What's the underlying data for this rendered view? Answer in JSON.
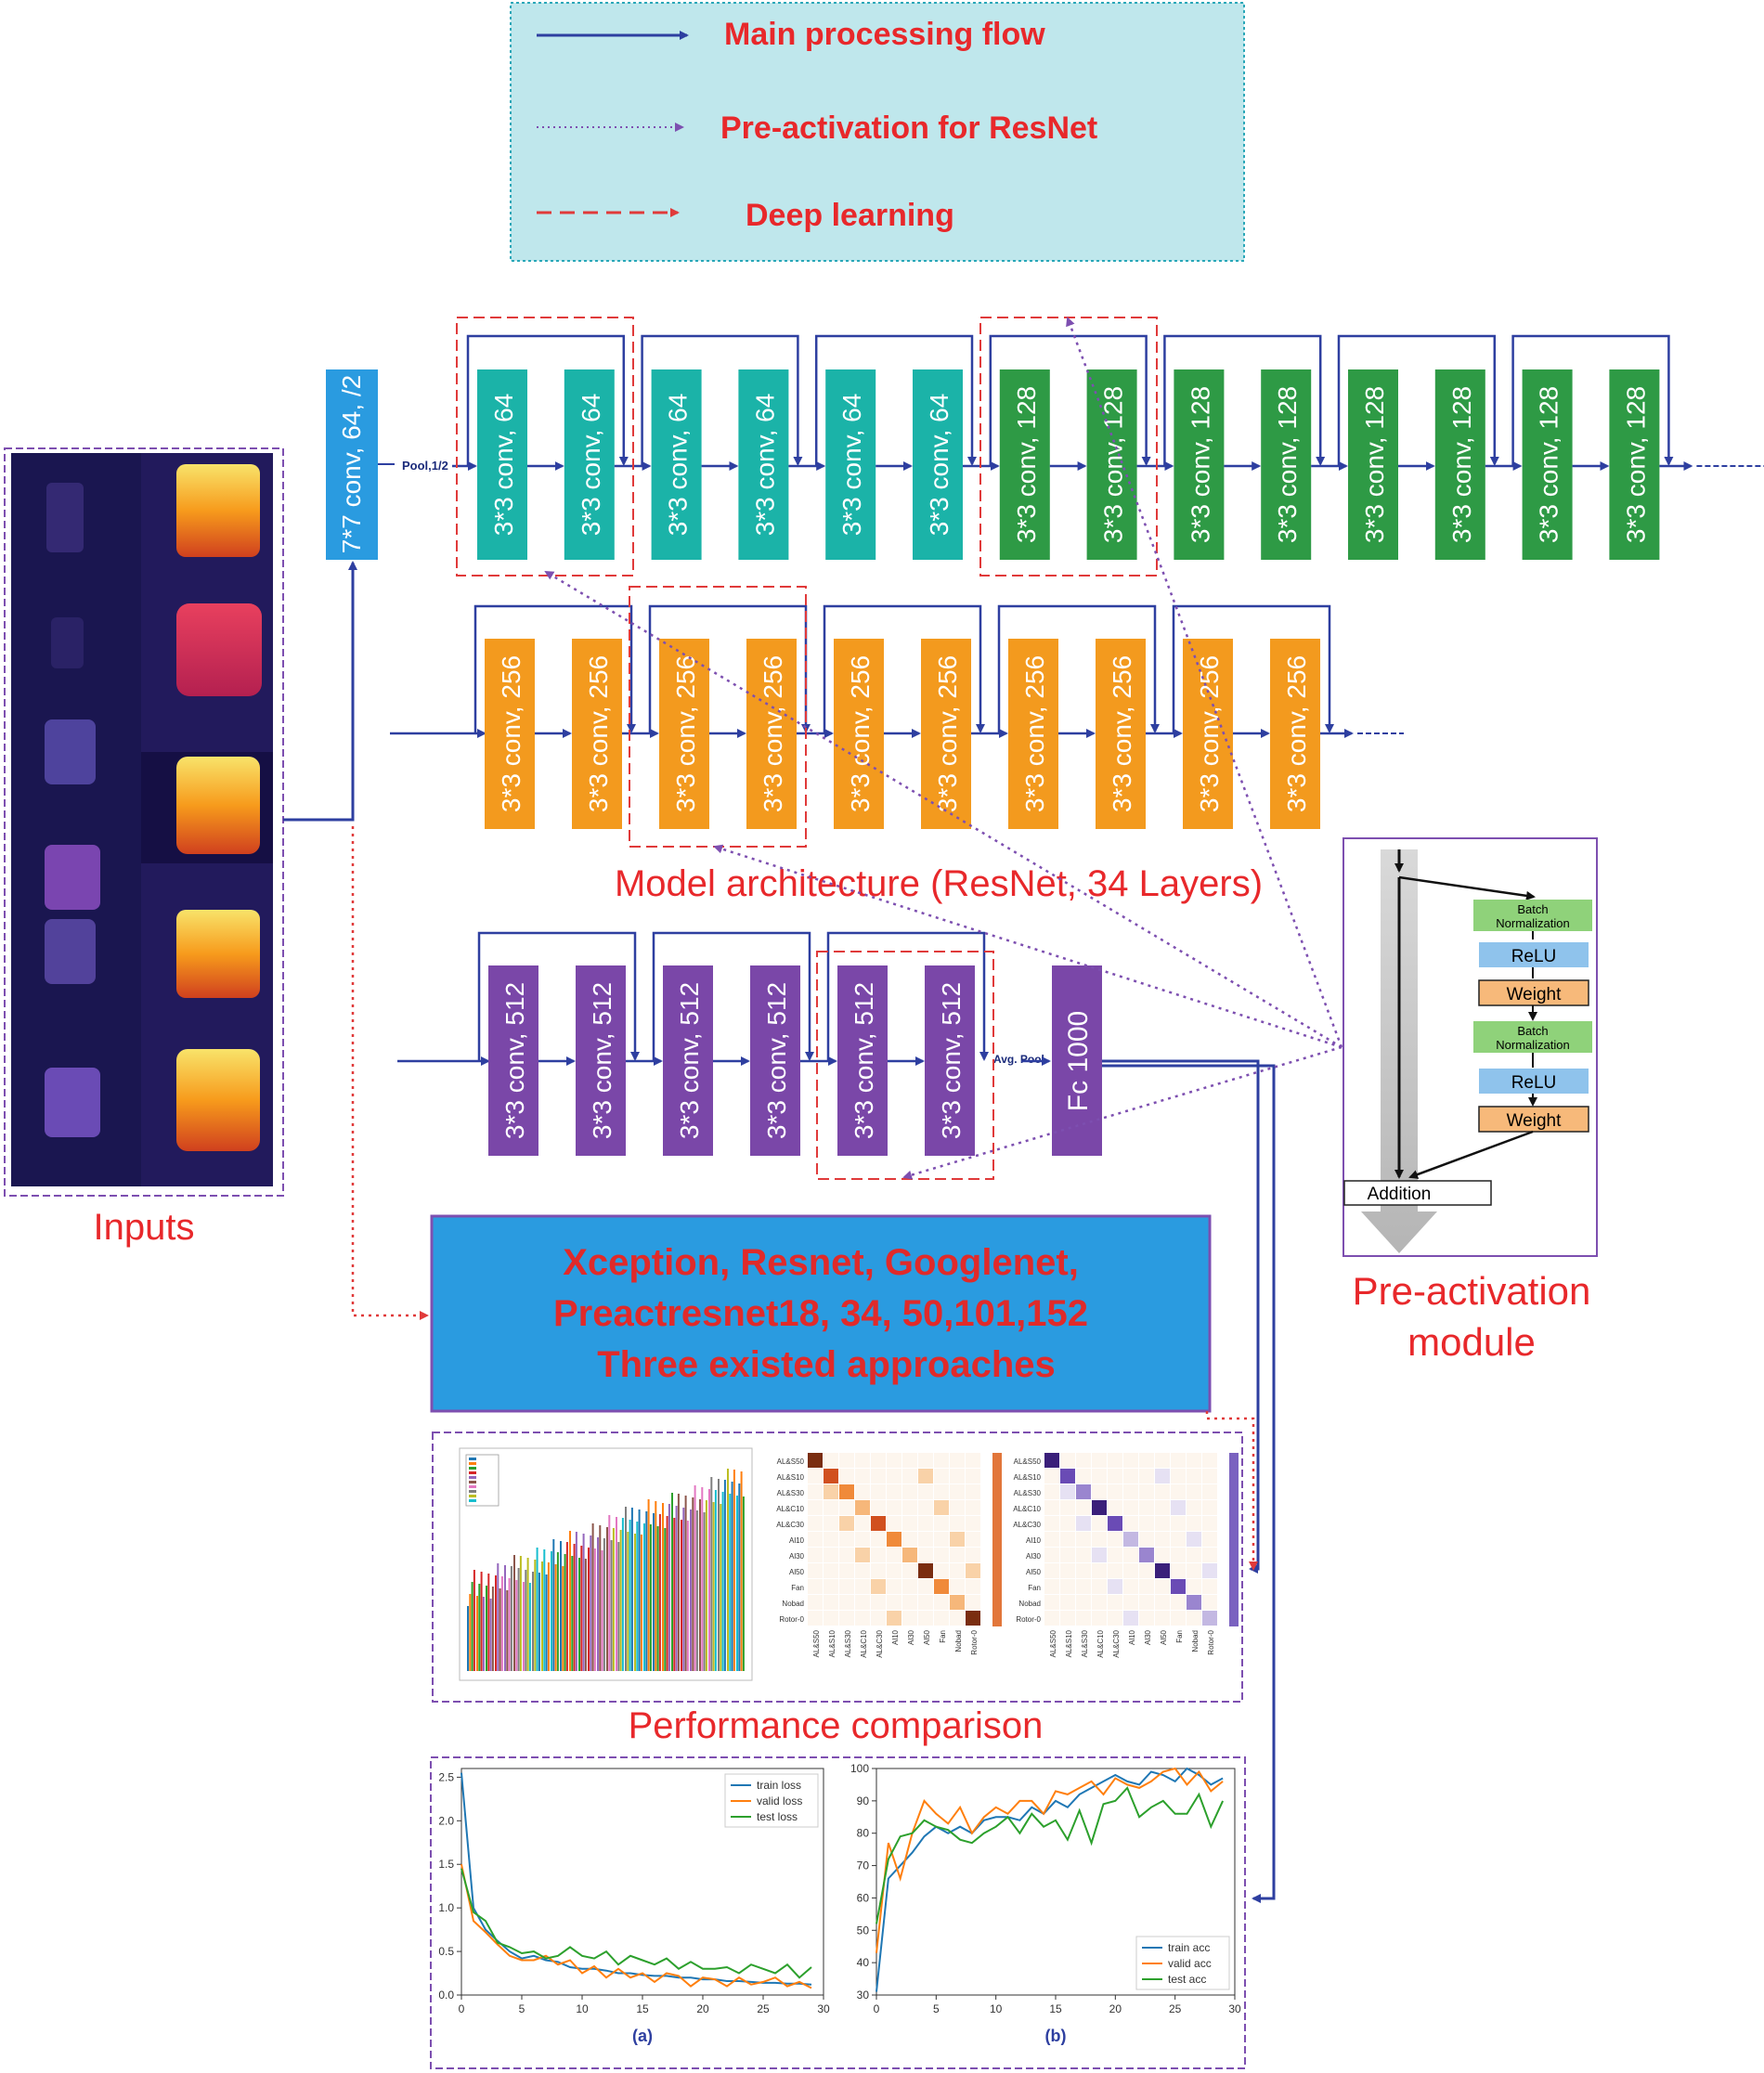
{
  "legend": {
    "main_flow": "Main processing flow",
    "preact": "Pre-activation for ResNet",
    "deep": "Deep learning"
  },
  "colors": {
    "teal": "#1bb3a8",
    "green": "#2e9a45",
    "orange": "#f39a1e",
    "purple": "#7a47a8",
    "blue_conv": "#2a9be0",
    "flow": "#2e3fa0",
    "red_text": "#e8282b",
    "dashed_red": "#e03a3a",
    "dotted_purple": "#7d4fb0",
    "legend_bg": "#bfe7ec",
    "xception_bg": "#2a9be0"
  },
  "conv7": "7*7 conv, 64, /2",
  "pool": "Pool,1/2",
  "avg_pool": "Avg. Pool",
  "fc": "Fc 1000",
  "rows": {
    "r1": [
      "3*3 conv, 64",
      "3*3 conv, 64",
      "3*3 conv, 64",
      "3*3 conv, 64",
      "3*3 conv, 64",
      "3*3 conv, 64",
      "3*3 conv, 128",
      "3*3 conv, 128",
      "3*3 conv, 128",
      "3*3 conv, 128",
      "3*3 conv, 128",
      "3*3 conv, 128",
      "3*3 conv, 128",
      "3*3 conv, 128"
    ],
    "r2": [
      "3*3 conv, 256",
      "3*3 conv, 256",
      "3*3 conv, 256",
      "3*3 conv, 256",
      "3*3 conv, 256",
      "3*3 conv, 256",
      "3*3 conv, 256",
      "3*3 conv, 256",
      "3*3 conv, 256",
      "3*3 conv, 256"
    ],
    "r3": [
      "3*3 conv, 512",
      "3*3 conv, 512",
      "3*3 conv, 512",
      "3*3 conv, 512",
      "3*3 conv, 512",
      "3*3 conv, 512"
    ]
  },
  "model_title": "Model architecture (ResNet, 34 Layers)",
  "inputs_label": "Inputs",
  "preact_module": {
    "label_line1": "Pre-activation",
    "label_line2": "module",
    "bn": [
      "Batch",
      "Normalization"
    ],
    "relu": "ReLU",
    "weight": "Weight",
    "addition": "Addition"
  },
  "approaches": [
    "Xception, Resnet, Googlenet,",
    "Preactresnet18, 34, 50,101,152",
    "Three existed approaches"
  ],
  "performance_label": "Performance comparison",
  "confusion": {
    "rows": [
      "AL&S50",
      "AL&S10",
      "AL&S30",
      "AL&C10",
      "AL&C30",
      "Al10",
      "Al30",
      "Al50",
      "Fan",
      "Nobad",
      "Rotor-0"
    ]
  },
  "chart_data": [
    {
      "type": "line",
      "title": "",
      "xlabel": "(a)",
      "ylabel": "",
      "xlim": [
        0,
        30
      ],
      "ylim": [
        0,
        2.6
      ],
      "xticks": [
        0,
        5,
        10,
        15,
        20,
        25,
        30
      ],
      "yticks": [
        0.0,
        0.5,
        1.0,
        1.5,
        2.0,
        2.5
      ],
      "legend_position": "top-right",
      "x": [
        0,
        1,
        2,
        3,
        4,
        5,
        6,
        7,
        8,
        9,
        10,
        11,
        12,
        13,
        14,
        15,
        16,
        17,
        18,
        19,
        20,
        21,
        22,
        23,
        24,
        25,
        26,
        27,
        28,
        29
      ],
      "series": [
        {
          "name": "train loss",
          "color": "#1f77b4",
          "values": [
            2.55,
            1.0,
            0.75,
            0.62,
            0.5,
            0.42,
            0.45,
            0.4,
            0.38,
            0.32,
            0.3,
            0.3,
            0.28,
            0.25,
            0.25,
            0.23,
            0.22,
            0.22,
            0.2,
            0.2,
            0.18,
            0.18,
            0.16,
            0.16,
            0.15,
            0.14,
            0.14,
            0.13,
            0.13,
            0.12
          ]
        },
        {
          "name": "valid loss",
          "color": "#ff7f0e",
          "values": [
            1.5,
            0.85,
            0.72,
            0.58,
            0.45,
            0.4,
            0.4,
            0.45,
            0.35,
            0.4,
            0.25,
            0.33,
            0.2,
            0.3,
            0.2,
            0.25,
            0.15,
            0.25,
            0.22,
            0.1,
            0.2,
            0.18,
            0.1,
            0.2,
            0.12,
            0.15,
            0.2,
            0.1,
            0.15,
            0.08
          ]
        },
        {
          "name": "test loss",
          "color": "#2ca02c",
          "values": [
            1.45,
            0.95,
            0.85,
            0.6,
            0.55,
            0.48,
            0.5,
            0.42,
            0.45,
            0.55,
            0.45,
            0.42,
            0.5,
            0.35,
            0.45,
            0.4,
            0.35,
            0.42,
            0.3,
            0.38,
            0.3,
            0.3,
            0.32,
            0.25,
            0.35,
            0.3,
            0.25,
            0.35,
            0.2,
            0.32
          ]
        }
      ]
    },
    {
      "type": "line",
      "title": "",
      "xlabel": "(b)",
      "ylabel": "",
      "xlim": [
        0,
        30
      ],
      "ylim": [
        30,
        100
      ],
      "xticks": [
        0,
        5,
        10,
        15,
        20,
        25,
        30
      ],
      "yticks": [
        30,
        40,
        50,
        60,
        70,
        80,
        90,
        100
      ],
      "legend_position": "bottom-right",
      "x": [
        0,
        1,
        2,
        3,
        4,
        5,
        6,
        7,
        8,
        9,
        10,
        11,
        12,
        13,
        14,
        15,
        16,
        17,
        18,
        19,
        20,
        21,
        22,
        23,
        24,
        25,
        26,
        27,
        28,
        29
      ],
      "series": [
        {
          "name": "train acc",
          "color": "#1f77b4",
          "values": [
            31,
            66,
            70,
            74,
            79,
            82,
            80,
            82,
            80,
            84,
            85,
            85,
            84,
            88,
            86,
            90,
            88,
            92,
            94,
            96,
            98,
            96,
            95,
            99,
            98,
            96,
            100,
            98,
            95,
            97
          ]
        },
        {
          "name": "valid acc",
          "color": "#ff7f0e",
          "values": [
            43,
            77,
            66,
            80,
            90,
            86,
            83,
            88,
            80,
            85,
            88,
            86,
            90,
            90,
            86,
            93,
            92,
            94,
            96,
            92,
            97,
            95,
            94,
            96,
            99,
            100,
            95,
            99,
            93,
            96
          ]
        },
        {
          "name": "test acc",
          "color": "#2ca02c",
          "values": [
            52,
            72,
            79,
            80,
            84,
            82,
            81,
            78,
            77,
            80,
            82,
            85,
            80,
            86,
            82,
            84,
            78,
            87,
            77,
            89,
            90,
            94,
            85,
            88,
            90,
            86,
            86,
            92,
            82,
            90
          ]
        }
      ]
    }
  ]
}
